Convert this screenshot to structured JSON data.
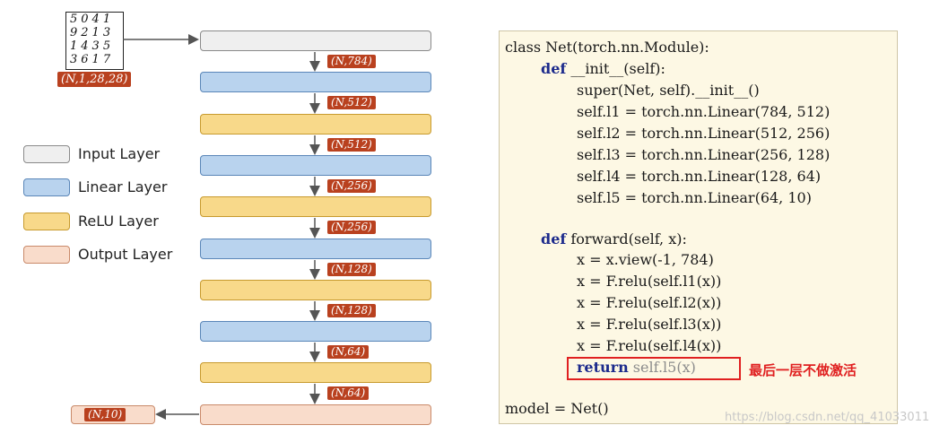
{
  "input_image": {
    "digit_rows": [
      "5041",
      "9213",
      "1435",
      "3617"
    ],
    "shape": "(N,1,28,28)"
  },
  "layers": [
    {
      "type": "input"
    },
    {
      "type": "linear",
      "shape_in": "(N,784)"
    },
    {
      "type": "relu",
      "shape_in": "(N,512)"
    },
    {
      "type": "linear",
      "shape_in": "(N,512)"
    },
    {
      "type": "relu",
      "shape_in": "(N,256)"
    },
    {
      "type": "linear",
      "shape_in": "(N,256)"
    },
    {
      "type": "relu",
      "shape_in": "(N,128)"
    },
    {
      "type": "linear",
      "shape_in": "(N,128)"
    },
    {
      "type": "relu",
      "shape_in": "(N,64)"
    },
    {
      "type": "output",
      "shape_in": "(N,64)"
    }
  ],
  "output_shape": "(N,10)",
  "legend": [
    {
      "label": "Input Layer",
      "type": "input"
    },
    {
      "label": "Linear Layer",
      "type": "linear"
    },
    {
      "label": "ReLU Layer",
      "type": "relu"
    },
    {
      "label": "Output Layer",
      "type": "output"
    }
  ],
  "colors": {
    "input": "#efefef",
    "linear": "#b9d3ee",
    "relu": "#f8d98a",
    "output": "#f9dccb",
    "shape_tag": "#b9411f",
    "annotation": "#e02020"
  },
  "code": {
    "line1": "class Net(torch.nn.Module):",
    "line2_kw": "def",
    "line2_rest": " __init__(self):",
    "line3": "super(Net, self).__init__()",
    "line4": "self.l1 = torch.nn.Linear(784, 512)",
    "line5": "self.l2 = torch.nn.Linear(512, 256)",
    "line6": "self.l3 = torch.nn.Linear(256, 128)",
    "line7": "self.l4 = torch.nn.Linear(128, 64)",
    "line8": "self.l5 = torch.nn.Linear(64, 10)",
    "line9_kw": "def",
    "line9_rest": " forward(self, x):",
    "line10": "x = x.view(-1, 784)",
    "line11": "x = F.relu(self.l1(x))",
    "line12": "x = F.relu(self.l2(x))",
    "line13": "x = F.relu(self.l3(x))",
    "line14": "x = F.relu(self.l4(x))",
    "line15_kw": "return",
    "line15_rest": " self.l5(x)",
    "line16": "model = Net()"
  },
  "annotation": "最后一层不做激活",
  "watermark": "https://blog.csdn.net/qq_41033011"
}
